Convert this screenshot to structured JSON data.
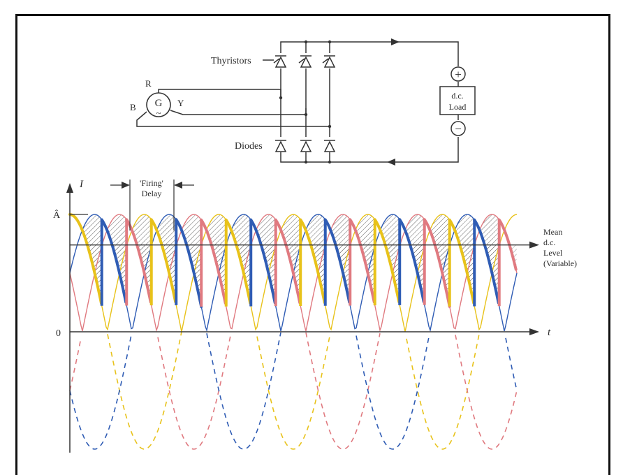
{
  "circuit": {
    "thyristors_label": "Thyristors",
    "diodes_label": "Diodes",
    "generator_label": "G",
    "generator_symbol": "~",
    "phase_r": "R",
    "phase_y": "Y",
    "phase_b": "B",
    "load_line1": "d.c.",
    "load_line2": "Load",
    "plus_symbol": "+",
    "minus_symbol": "−"
  },
  "graph": {
    "axis_y_label": "I",
    "axis_x_label": "t",
    "origin_label": "0",
    "peak_label": "Â",
    "firing_line1": "'Firing'",
    "firing_line2": "Delay",
    "mean_line1": "Mean",
    "mean_line2": "d.c.",
    "mean_line3": "Level",
    "mean_line4": "(Variable)",
    "mean_level_fraction": 0.74,
    "firing_delay_fraction": 0.13,
    "period_count": 3
  },
  "colors": {
    "phase_yellow": "#e8c21a",
    "phase_red": "#e07a80",
    "phase_blue": "#2f5cb4",
    "line": "#333333",
    "hatch": "#555555"
  }
}
